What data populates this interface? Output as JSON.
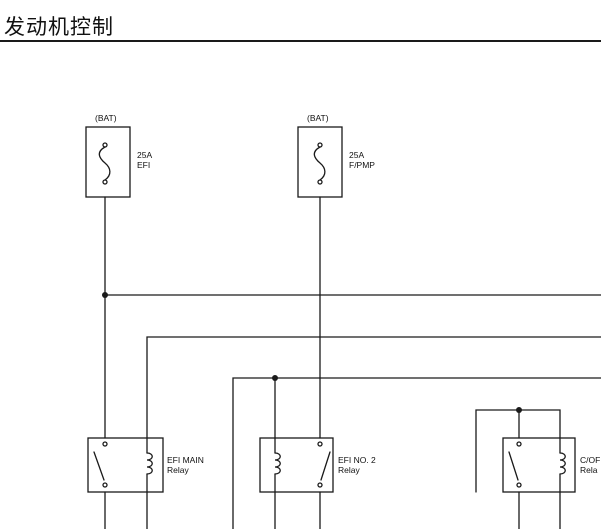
{
  "page_title": "发动机控制",
  "fuses": [
    {
      "source": "(BAT)",
      "rating": "25A",
      "name": "EFI"
    },
    {
      "source": "(BAT)",
      "rating": "25A",
      "name": "F/PMP"
    }
  ],
  "relays": [
    {
      "line1": "EFI MAIN",
      "line2": "Relay"
    },
    {
      "line1": "EFI NO. 2",
      "line2": "Relay"
    },
    {
      "line1": "C/OF",
      "line2": "Rela"
    }
  ],
  "colors": {
    "wire": "#1a1a1a",
    "background": "#ffffff"
  }
}
